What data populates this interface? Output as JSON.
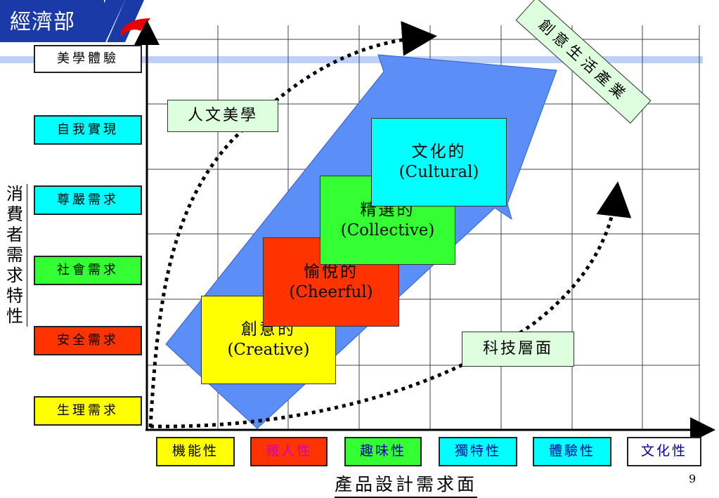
{
  "logo": {
    "text": "經濟部"
  },
  "y_axis": {
    "title": "消費者需求特性",
    "levels": [
      {
        "label": "美學體驗",
        "color": "#ffffff"
      },
      {
        "label": "自我實現",
        "color": "#00ffff"
      },
      {
        "label": "尊嚴需求",
        "color": "#00ffff"
      },
      {
        "label": "社會需求",
        "color": "#33ff33"
      },
      {
        "label": "安全需求",
        "color": "#ff3300"
      },
      {
        "label": "生理需求",
        "color": "#ffff00"
      }
    ]
  },
  "x_axis": {
    "title": "產品設計需求面",
    "categories": [
      {
        "label": "機能性",
        "bg": "#ffff00",
        "text_color": "#000000"
      },
      {
        "label": "親人性",
        "bg": "#ff3300",
        "text_color": "#cc00cc"
      },
      {
        "label": "趣味性",
        "bg": "#33ff33",
        "text_color": "#000099"
      },
      {
        "label": "獨特性",
        "bg": "#00ffff",
        "text_color": "#000099"
      },
      {
        "label": "體驗性",
        "bg": "#00ffff",
        "text_color": "#000099"
      },
      {
        "label": "文化性",
        "bg": "#ffffff",
        "text_color": "#000099"
      }
    ]
  },
  "stages": [
    {
      "zh": "創意的",
      "en": "(Creative)",
      "color": "#ffff00"
    },
    {
      "zh": "愉悅的",
      "en": "(Cheerful)",
      "color": "#ff3300"
    },
    {
      "zh": "精選的",
      "en": "(Collective)",
      "color": "#33ff33"
    },
    {
      "zh": "文化的",
      "en": "(Cultural)",
      "color": "#00ffff"
    }
  ],
  "annotations": {
    "humanities": "人文美學",
    "technology": "科技層面",
    "industry": "創意生活產業"
  },
  "page_number": "9",
  "colors": {
    "arrow": "#5b8ff7",
    "logo_blue": "#1a3aa8",
    "logo_red": "#e60000"
  }
}
